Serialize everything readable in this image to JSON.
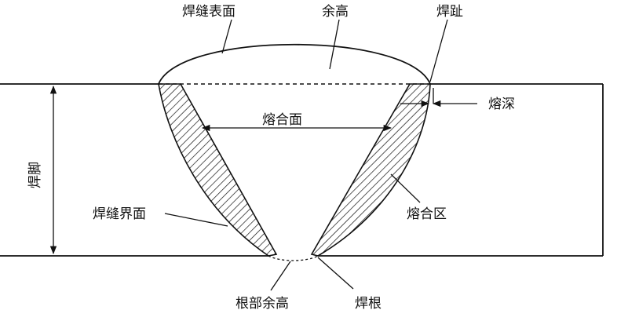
{
  "labels": {
    "weld_surface": "焊缝表面",
    "reinforcement": "余高",
    "weld_toe": "焊趾",
    "penetration_depth": "熔深",
    "fusion_face": "熔合面",
    "weld_leg": "焊脚",
    "weld_interface": "焊缝界面",
    "fusion_zone": "熔合区",
    "root_reinforcement": "根部余高",
    "weld_root": "焊根"
  },
  "colors": {
    "line": "#111111",
    "background": "#ffffff"
  }
}
